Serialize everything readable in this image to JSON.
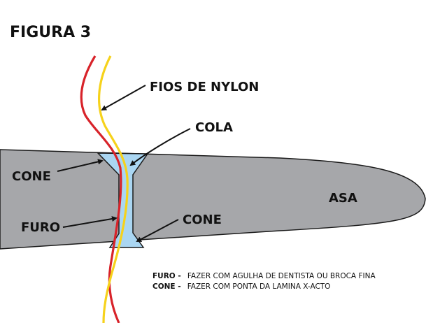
{
  "figure": {
    "title": "FIGURA 3",
    "labels": {
      "nylon": "FIOS DE NYLON",
      "cola": "COLA",
      "cone_left": "CONE",
      "cone_right": "CONE",
      "furo": "FURO",
      "asa": "ASA"
    },
    "legend": [
      {
        "term": "FURO -",
        "text": "FAZER COM AGULHA DE DENTISTA OU BROCA FINA"
      },
      {
        "term": "CONE -",
        "text": "FAZER COM PONTA DA LAMINA X-ACTO"
      }
    ],
    "colors": {
      "wing_fill": "#a6a7aa",
      "wing_stroke": "#1a1a1a",
      "cone_fill": "#aad6f2",
      "thread_red": "#d8232a",
      "thread_yellow": "#f6d21b",
      "arrow": "#111111"
    }
  }
}
